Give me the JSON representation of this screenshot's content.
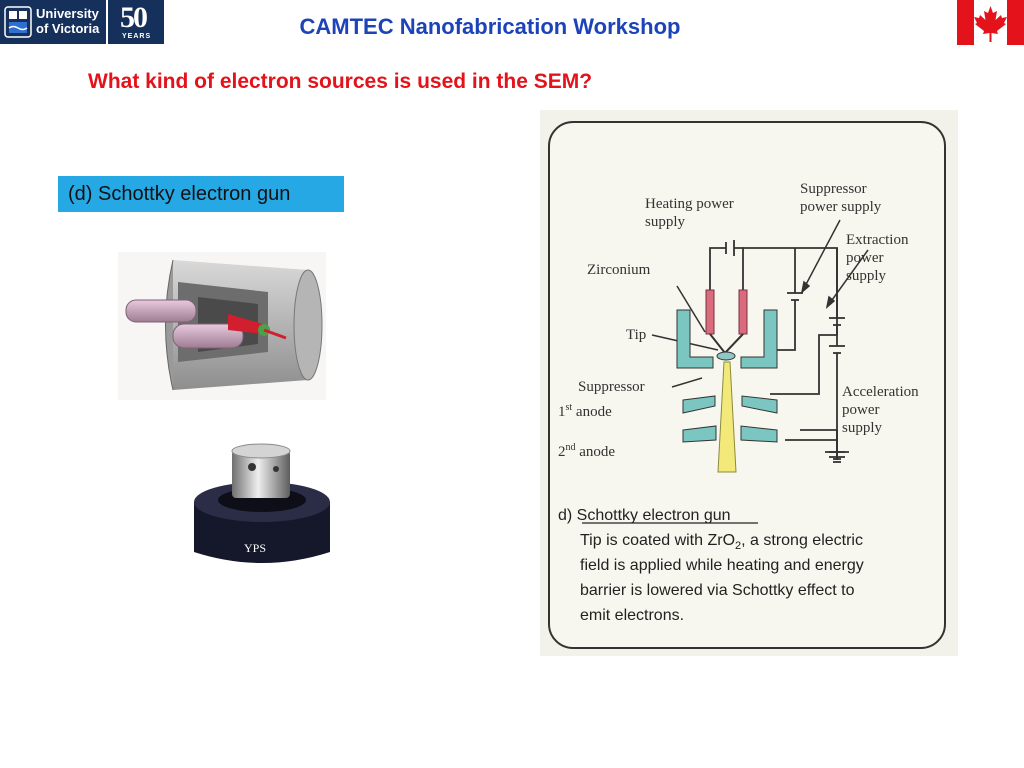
{
  "header": {
    "logo_line1": "University",
    "logo_line2": "of Victoria",
    "logo_fifty": "50",
    "logo_years": "YEARS",
    "title": "CAMTEC Nanofabrication Workshop"
  },
  "question": "What kind of electron sources is used in the SEM?",
  "label": "(d) Schottky  electron gun",
  "photo": {
    "brand": "YPS"
  },
  "diagram": {
    "labels": {
      "heating": [
        "Heating power",
        "supply"
      ],
      "suppressor_supply": [
        "Suppressor",
        "power supply"
      ],
      "extraction": [
        "Extraction",
        "power",
        "supply"
      ],
      "zirconium": "Zirconium",
      "tip": "Tip",
      "suppressor": "Suppressor",
      "anode1_num": "1",
      "anode1_sup": "st",
      "anode1_word": " anode",
      "anode2_num": "2",
      "anode2_sup": "nd",
      "anode2_word": " anode",
      "acceleration": [
        "Acceleration",
        "power",
        "supply"
      ]
    },
    "caption": {
      "title": "d) Schottky electron gun",
      "line1_pre": "Tip is coated with ZrO",
      "line1_sub": "2",
      "line1_post": ", a strong electric",
      "line2": "field is applied while heating and energy",
      "line3": "barrier is lowered via Schottky effect to",
      "line4": "emit electrons."
    }
  },
  "colors": {
    "title_blue": "#1d43b9",
    "question_red": "#e4131b",
    "label_bg": "#26a8e5",
    "uvic_navy": "#16305c",
    "flag_red": "#e4131b"
  }
}
